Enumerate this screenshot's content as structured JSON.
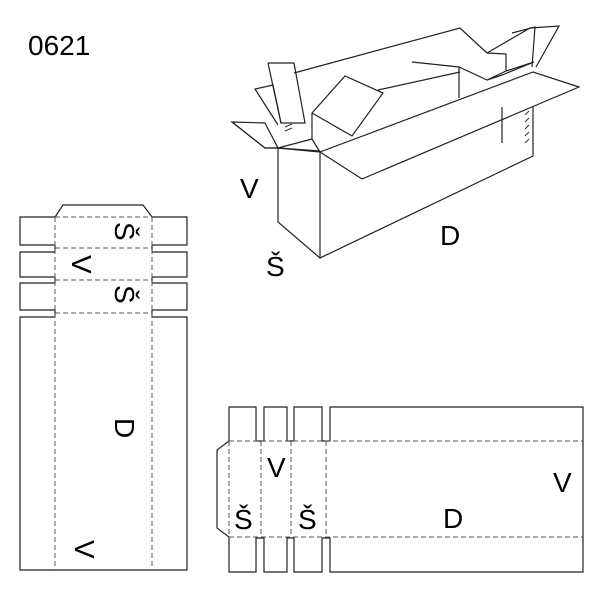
{
  "code": "0621",
  "labels": {
    "width": "Š",
    "height": "V",
    "length": "D"
  }
}
